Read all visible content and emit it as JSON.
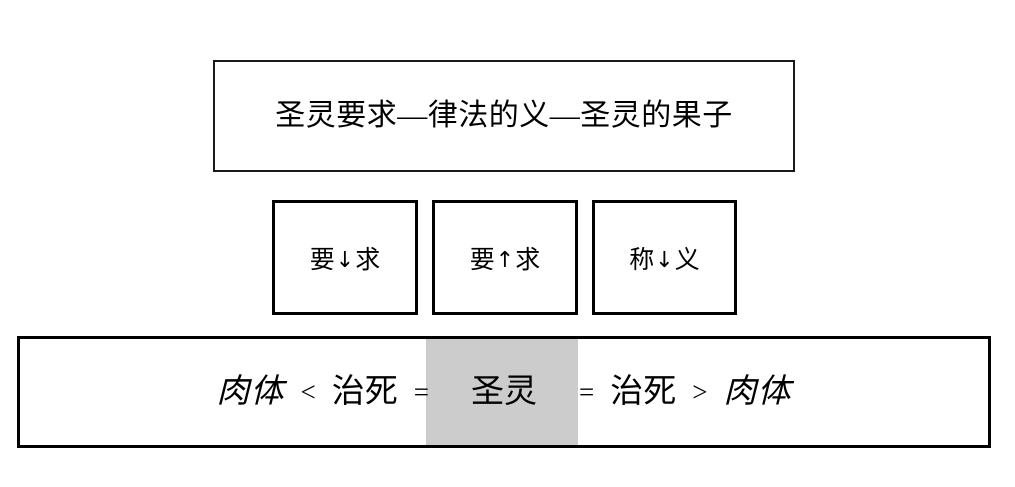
{
  "diagram": {
    "title_box": {
      "text": "圣灵要求—律法的义—圣灵的果子"
    },
    "middle_boxes": [
      {
        "left_char": "要",
        "arrow": "↓",
        "right_char": "求",
        "full": "要↓求"
      },
      {
        "left_char": "要",
        "arrow": "↑",
        "right_char": "求",
        "full": "要↑求"
      },
      {
        "left_char": "称",
        "arrow": "↓",
        "right_char": "义",
        "full": "称↓义"
      }
    ],
    "equation": {
      "terms": [
        {
          "text": "肉体",
          "style": "italic",
          "highlight": false
        },
        {
          "text": "<",
          "style": "operator",
          "highlight": false
        },
        {
          "text": "治死",
          "style": "upright",
          "highlight": false
        },
        {
          "text": "=",
          "style": "operator",
          "highlight": false
        },
        {
          "text": "圣灵",
          "style": "upright",
          "highlight": true
        },
        {
          "text": "=",
          "style": "operator",
          "highlight": false
        },
        {
          "text": "治死",
          "style": "upright",
          "highlight": false
        },
        {
          "text": ">",
          "style": "operator",
          "highlight": false
        },
        {
          "text": "肉体",
          "style": "italic",
          "highlight": false
        }
      ],
      "full_text": "肉体 < 治死 = 圣灵 = 治死 > 肉体",
      "highlight_color": "#cccccc"
    },
    "colors": {
      "background": "#ffffff",
      "border": "#000000",
      "text": "#000000",
      "highlight": "#cccccc"
    }
  }
}
